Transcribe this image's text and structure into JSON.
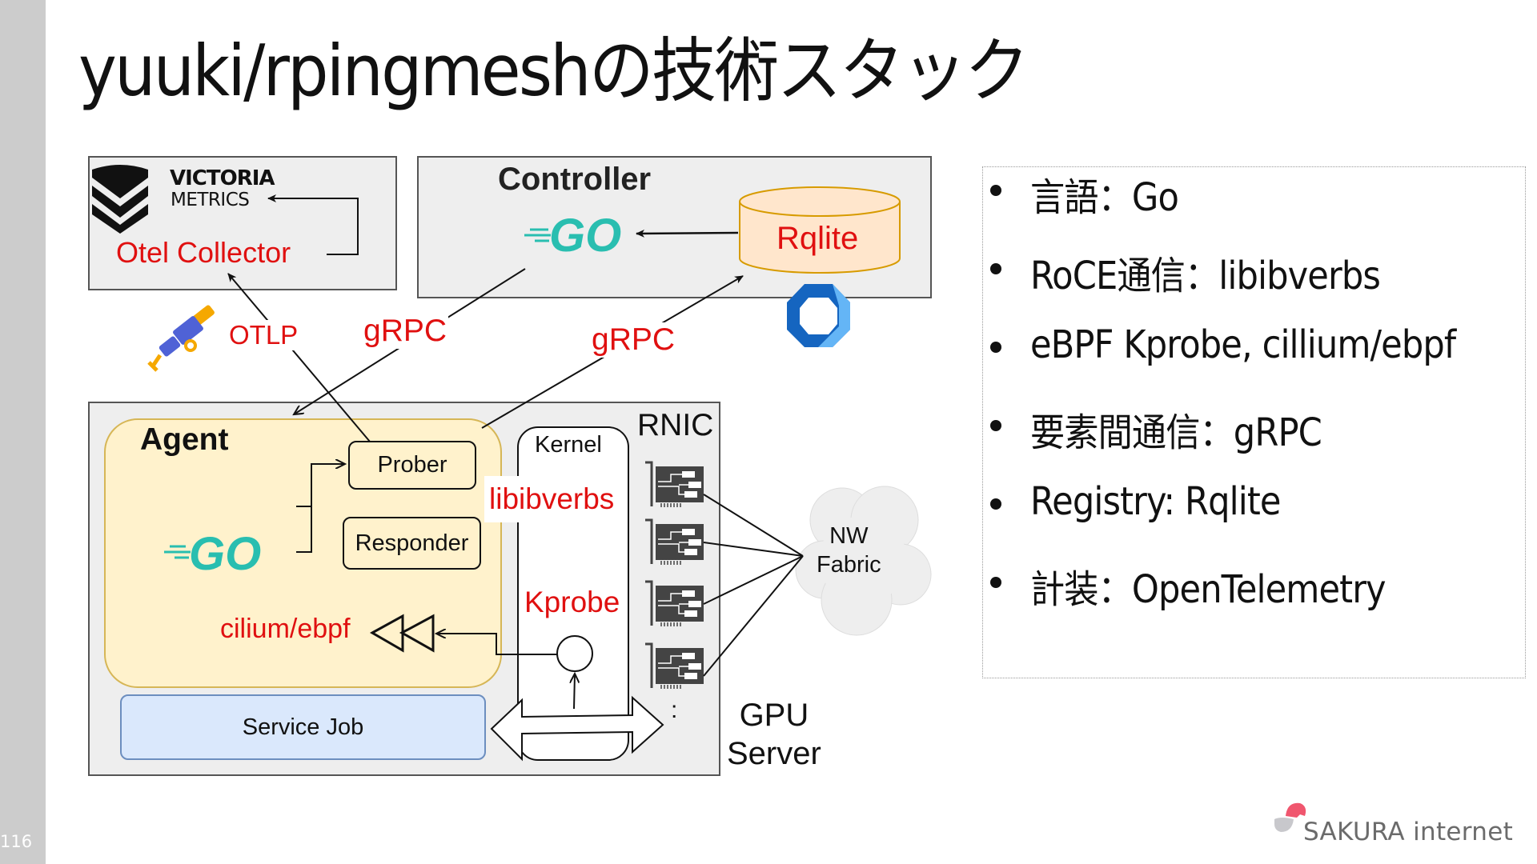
{
  "slide": {
    "page_number": "116",
    "title": "yuuki/rpingmeshの技術スタック"
  },
  "diagram": {
    "victoria_metrics": {
      "line1": "VICTORIA",
      "line2": "METRICS",
      "logo_icon": "victoria-metrics-logo"
    },
    "otel_collector": "Otel Collector",
    "controller": {
      "title": "Controller",
      "go_logo": "GO",
      "rqlite": "Rqlite",
      "rqlite_icon": "rqlite-logo"
    },
    "edges": {
      "otlp": "OTLP",
      "grpc_agent_controller": "gRPC",
      "grpc_agent_rqlite": "gRPC"
    },
    "telescope_icon": "opentelemetry-logo",
    "agent": {
      "title": "Agent",
      "go_logo": "GO",
      "prober": "Prober",
      "responder": "Responder",
      "cilium": "cilium/ebpf"
    },
    "service_job": "Service Job",
    "kernel": {
      "title": "Kernel",
      "libibverbs": "libibverbs",
      "kprobe": "Kprobe"
    },
    "rnic": {
      "label": "RNIC",
      "card_count": 4,
      "ellipsis": ":"
    },
    "nw_fabric": {
      "line1": "NW",
      "line2": "Fabric"
    },
    "gpu_server": {
      "line1": "GPU",
      "line2": "Server"
    }
  },
  "stack_list": [
    "言語：Go",
    "RoCE通信：libibverbs",
    "eBPF Kprobe, cillium/ebpf",
    "要素間通信：gRPC",
    "Registry: Rqlite",
    "計装：OpenTelemetry"
  ],
  "footer": {
    "brand": "SAKURA internet"
  },
  "colors": {
    "label_red": "#e01010",
    "go_teal": "#29beb0",
    "agent_fill": "#fff2cc",
    "service_fill": "#dae8fc",
    "sakura_pink": "#f0566e"
  }
}
